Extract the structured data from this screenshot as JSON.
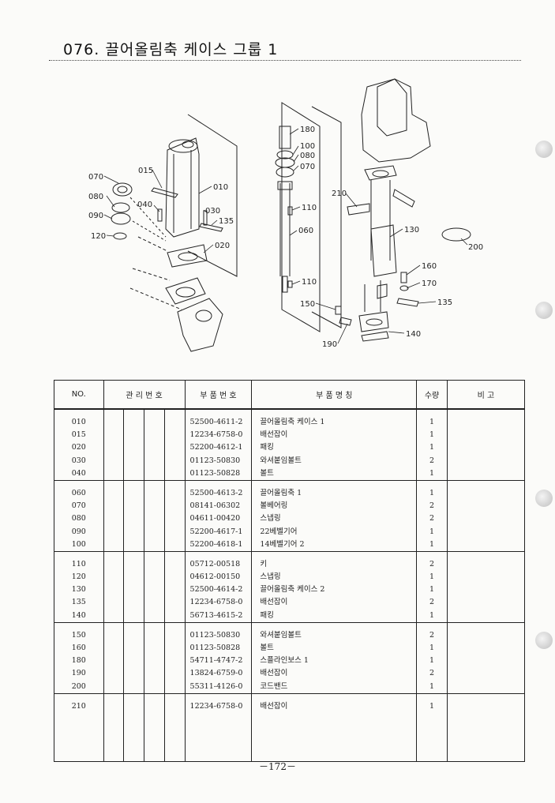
{
  "page": {
    "title": "076. 끌어올림축 케이스 그룹 1",
    "page_number": "－172－"
  },
  "diagram": {
    "labels": [
      "070",
      "015",
      "010",
      "080",
      "040",
      "030",
      "135",
      "090",
      "120",
      "020",
      "180",
      "100",
      "080",
      "070",
      "110",
      "060",
      "110",
      "210",
      "130",
      "200",
      "160",
      "170",
      "150",
      "135",
      "190",
      "140"
    ]
  },
  "table": {
    "headers": {
      "no": "NO.",
      "mgmt": "관 리 번 호",
      "part_no": "부 품 번 호",
      "part_name": "부 품 명 칭",
      "qty": "수량",
      "remark": "비 고"
    },
    "groups": [
      [
        {
          "no": "010",
          "part_no": "52500-4611-2",
          "name": "끌어올림축 케이스 1",
          "qty": "1"
        },
        {
          "no": "015",
          "part_no": "12234-6758-0",
          "name": "배선잡이",
          "qty": "1"
        },
        {
          "no": "020",
          "part_no": "52200-4612-1",
          "name": "패킹",
          "qty": "1"
        },
        {
          "no": "030",
          "part_no": "01123-50830",
          "name": "와셔붙임볼트",
          "qty": "2"
        },
        {
          "no": "040",
          "part_no": "01123-50828",
          "name": "볼트",
          "qty": "1"
        }
      ],
      [
        {
          "no": "060",
          "part_no": "52500-4613-2",
          "name": "끌어올림축 1",
          "qty": "1"
        },
        {
          "no": "070",
          "part_no": "08141-06302",
          "name": "볼베어링",
          "qty": "2"
        },
        {
          "no": "080",
          "part_no": "04611-00420",
          "name": "스냅링",
          "qty": "2"
        },
        {
          "no": "090",
          "part_no": "52200-4617-1",
          "name": "22베벨기어",
          "qty": "1"
        },
        {
          "no": "100",
          "part_no": "52200-4618-1",
          "name": "14베벨기어 2",
          "qty": "1"
        }
      ],
      [
        {
          "no": "110",
          "part_no": "05712-00518",
          "name": "키",
          "qty": "2"
        },
        {
          "no": "120",
          "part_no": "04612-00150",
          "name": "스냅링",
          "qty": "1"
        },
        {
          "no": "130",
          "part_no": "52500-4614-2",
          "name": "끌어올림축 케이스 2",
          "qty": "1"
        },
        {
          "no": "135",
          "part_no": "12234-6758-0",
          "name": "배선잡이",
          "qty": "2"
        },
        {
          "no": "140",
          "part_no": "56713-4615-2",
          "name": "패킹",
          "qty": "1"
        }
      ],
      [
        {
          "no": "150",
          "part_no": "01123-50830",
          "name": "와셔붙임볼트",
          "qty": "2"
        },
        {
          "no": "160",
          "part_no": "01123-50828",
          "name": "볼트",
          "qty": "1"
        },
        {
          "no": "180",
          "part_no": "54711-4747-2",
          "name": "스플라인보스 1",
          "qty": "1"
        },
        {
          "no": "190",
          "part_no": "13824-6759-0",
          "name": "배선잡이",
          "qty": "2"
        },
        {
          "no": "200",
          "part_no": "55311-4126-0",
          "name": "코드밴드",
          "qty": "1"
        }
      ],
      [
        {
          "no": "210",
          "part_no": "12234-6758-0",
          "name": "배선잡이",
          "qty": "1"
        }
      ]
    ]
  }
}
